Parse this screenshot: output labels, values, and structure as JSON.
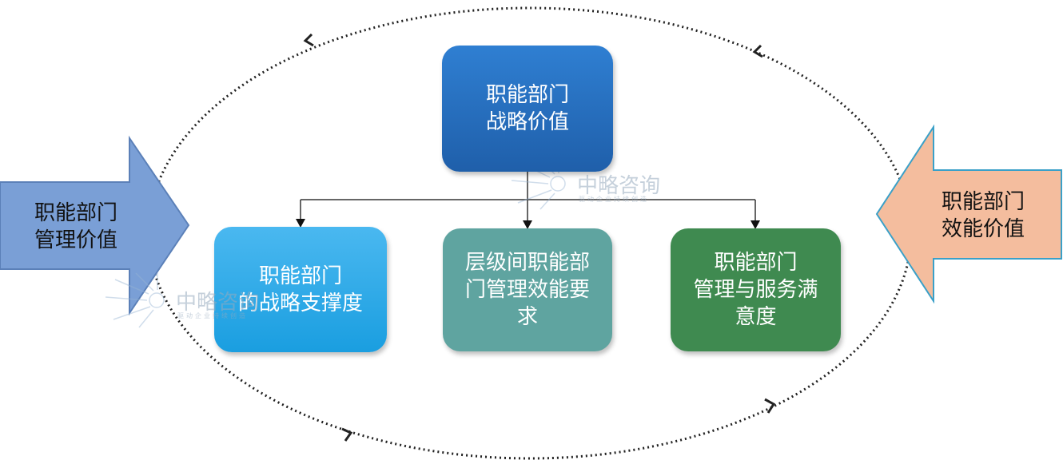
{
  "colors": {
    "top_box": "#1f6cc4",
    "left_box": "#29abe9",
    "middle_box": "#5fa4a0",
    "right_box": "#3f8a50",
    "left_arrow": "#7a9fd6",
    "right_arrow": "#f4bd9e"
  },
  "diagram": {
    "top": "职能部门\n战略价值",
    "left": "职能部门\n的战略支撑度",
    "middle": "层级间职能部\n门管理效能要\n求",
    "right": "职能部门\n管理与服务满\n意度"
  },
  "arrows": {
    "left": "职能部门\n管理价值",
    "right": "职能部门\n效能价值"
  },
  "watermark": {
    "name": "中略咨询",
    "tagline": "驱动企业持续创造"
  }
}
